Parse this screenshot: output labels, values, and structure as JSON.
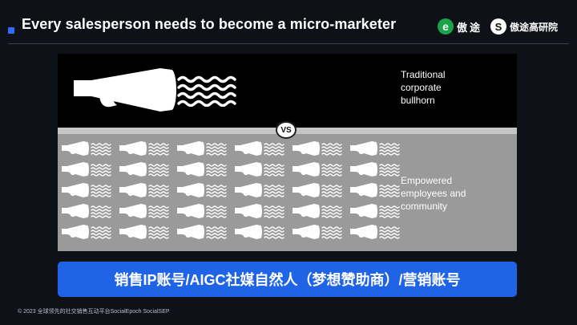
{
  "slide": {
    "title": "Every salesperson needs to become a micro-marketer",
    "logo_primary_glyph": "e",
    "logo_primary_text": "傲途",
    "logo_secondary_glyph": "S",
    "logo_secondary_text": "傲途高研院",
    "traditional_label": [
      "Traditional",
      "corporate",
      "bullhorn"
    ],
    "empowered_label": [
      "Empowered",
      "employees and",
      "community"
    ],
    "vs_label": "VS",
    "banner_text": "销售IP账号/AIGC社媒自然人（梦想赞助商）/营销账号",
    "footer_text": "© 2023 全球领先的社交销售互动平台SocialEpoch SocialSEP",
    "colors": {
      "accent": "#2d6cff",
      "banner": "#1f63e6",
      "background": "#0f1118",
      "panel_black": "#000000",
      "panel_gray": "#9a9a9a"
    },
    "icons": {
      "big": "megaphone-icon",
      "small": "megaphone-icon",
      "waves": "sound-wave-icon"
    }
  }
}
